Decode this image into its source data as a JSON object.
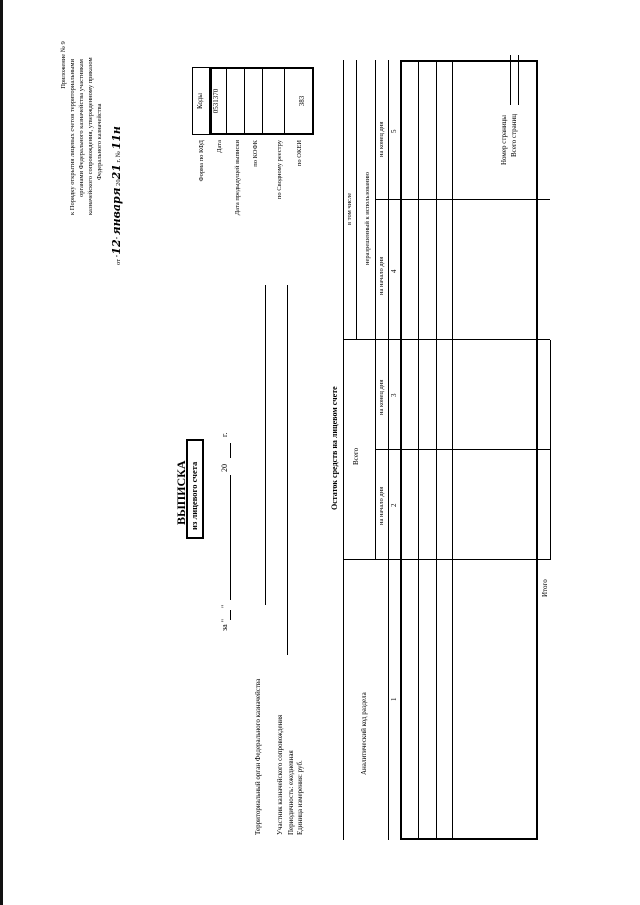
{
  "appendix": {
    "line1": "Приложение № 9",
    "line2": "к Порядку открытия лицевых счетов территориальными",
    "line3": "органами Федерального казначейства участникам",
    "line4": "казначейского сопровождения, утвержденному приказом",
    "line5": "Федерального казначейства",
    "date_prefix": "от \"",
    "date_day": "12",
    "date_mid": "\"",
    "date_month": "января",
    "date_century": "20",
    "date_year": "21",
    "date_suffix": " г. №",
    "order_number": "11н"
  },
  "title": "ВЫПИСКА",
  "subtitle": "из лицевого счета",
  "date_line": {
    "za": "за \"",
    "quote": "\"",
    "century": "20",
    "year_suffix": "г."
  },
  "left_labels": {
    "territorial_body": "Территориальный орган Федерального казначейства",
    "participant": "Участник казначейского сопровождения",
    "periodicity": "Периодичность: ежедневная",
    "unit": "Единица измерения: руб."
  },
  "right_labels": {
    "form_okud": "Форма по КФД",
    "date": "Дата",
    "prev_date": "Дата предыдущей выписки",
    "okpo": "по КОФК",
    "registry": "по Сводному реестру",
    "okei": "по ОКЕИ"
  },
  "codes": {
    "header": "Коды",
    "okud": "0531370",
    "date": "",
    "prev_date": "",
    "kofk": "",
    "registry": "",
    "okei": "383"
  },
  "table": {
    "caption": "Остаток средств на лицевом счете",
    "col_code": "Аналитический код раздела",
    "col_total": "Всего",
    "col_including": "в том числе",
    "col_unused": "неразрешенный к использованию",
    "col_start": "на начало дня",
    "col_end": "на конец дня",
    "num_1": "1",
    "num_2": "2",
    "num_3": "3",
    "num_4": "4",
    "num_5": "5",
    "total_label": "Итого"
  },
  "footer": {
    "page_number": "Номер страницы",
    "total_pages": "Всего страниц"
  }
}
